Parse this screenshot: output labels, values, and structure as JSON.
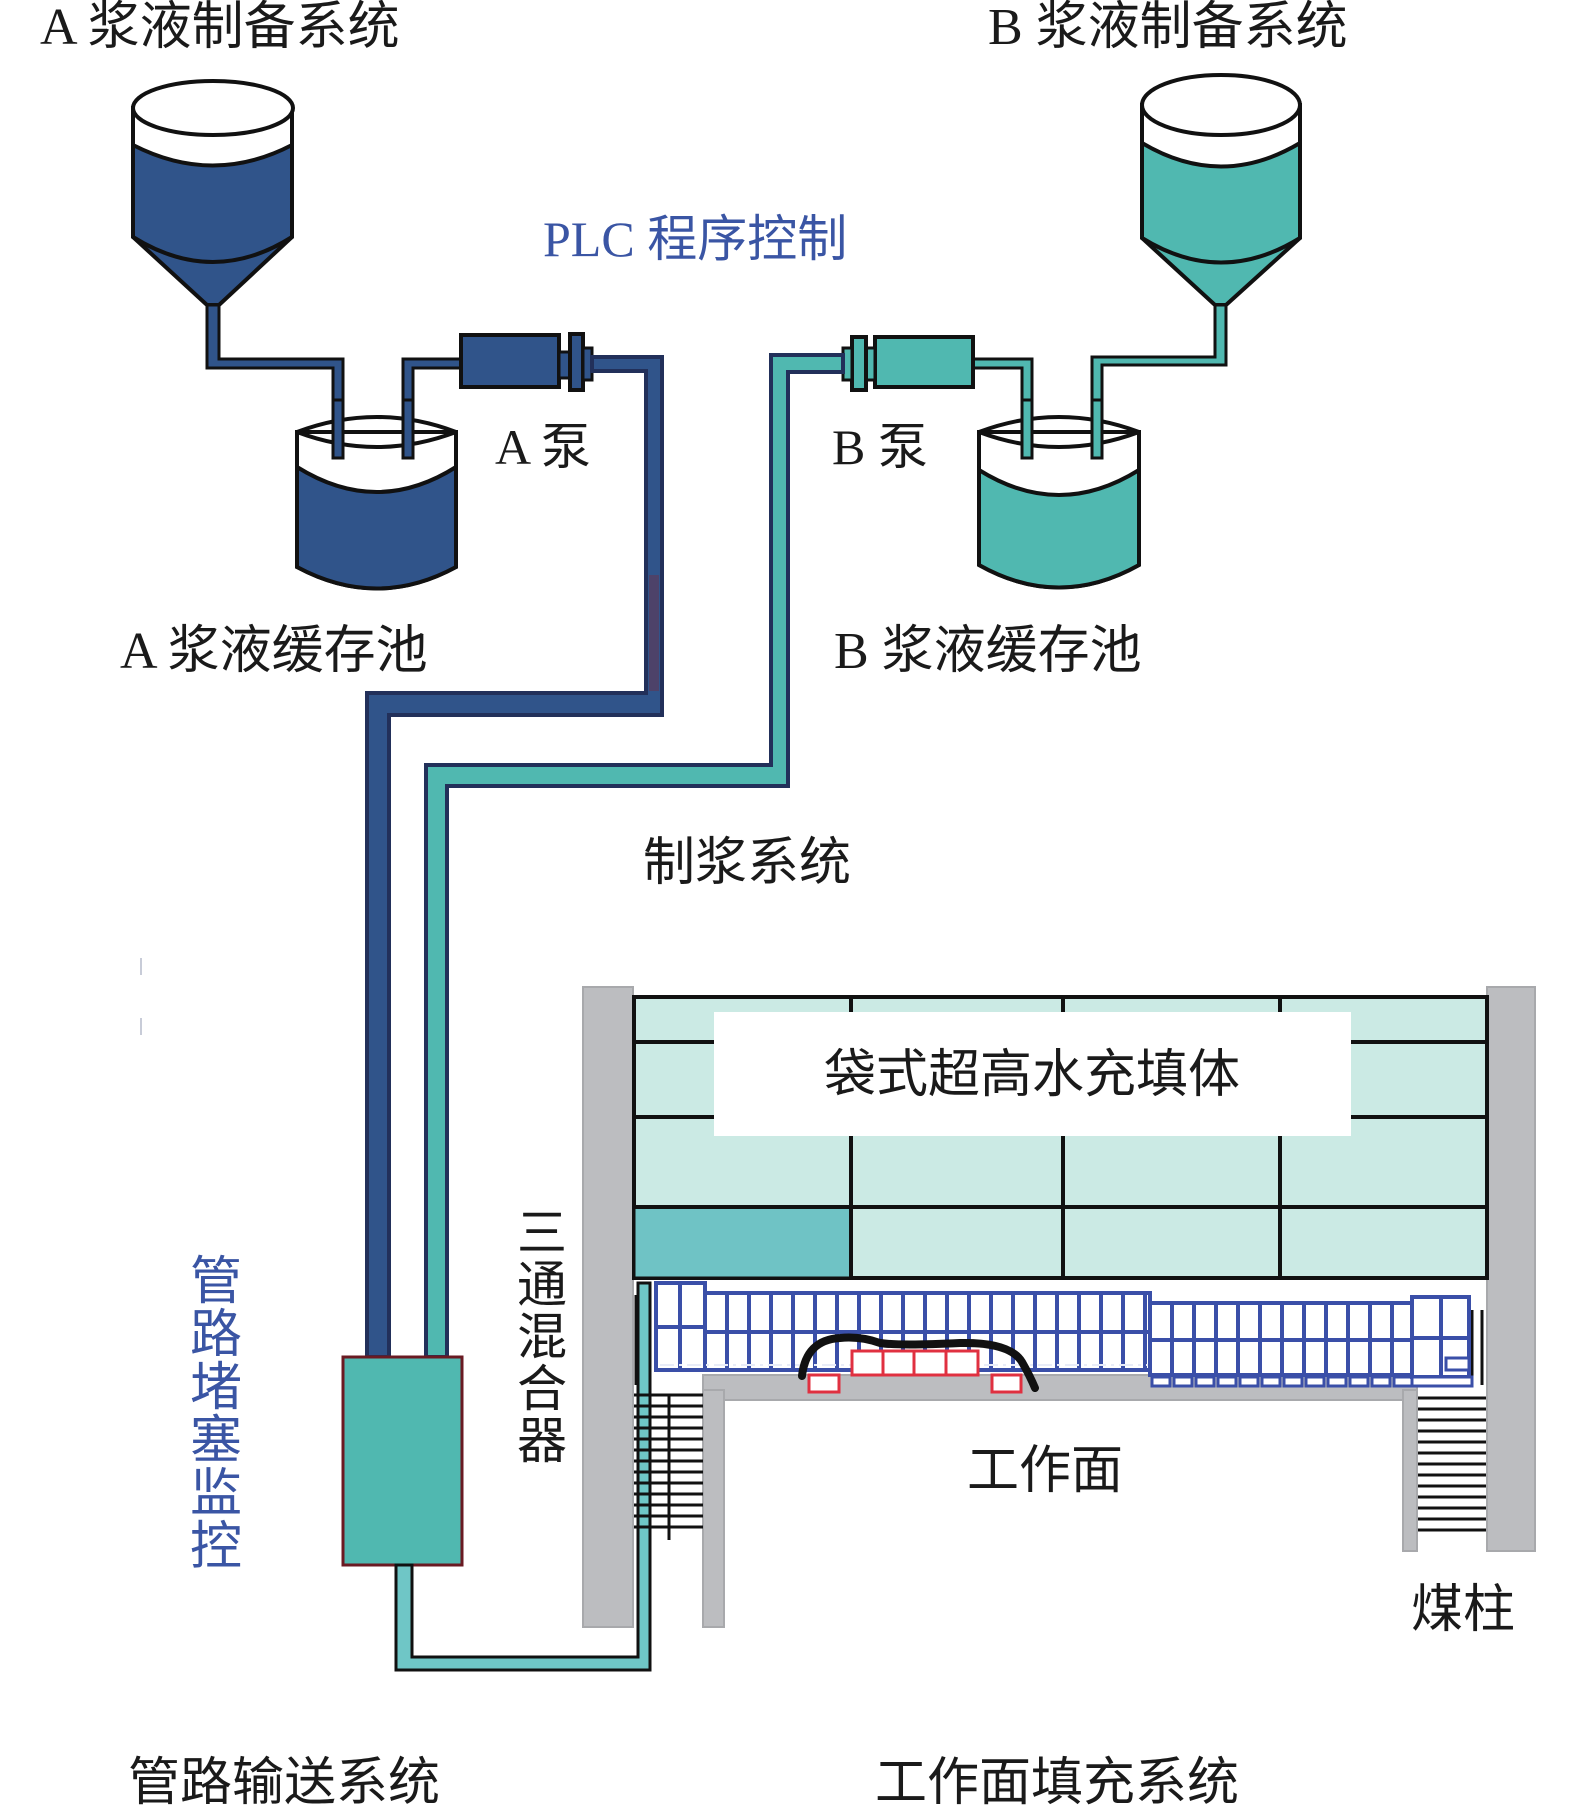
{
  "diagram": {
    "title": "Bagged ultra-high-water filling system schematic",
    "labels": {
      "a_prep_system": "A 浆液制备系统",
      "b_prep_system": "B 浆液制备系统",
      "plc_control": "PLC 程序控制",
      "a_pump": "A 泵",
      "b_pump": "B 泵",
      "a_buffer_tank": "A 浆液缓存池",
      "b_buffer_tank": "B 浆液缓存池",
      "slurry_system": "制浆系统",
      "filling_body": "袋式超高水充填体",
      "three_way_mixer": [
        "三",
        "通",
        "混",
        "合",
        "器"
      ],
      "pipe_blockage_monitor": [
        "管",
        "路",
        "堵",
        "塞",
        "监",
        "控"
      ],
      "working_face": "工作面",
      "coal_pillar": "煤柱",
      "pipeline_transport_system": "管路输送系统",
      "face_filling_system": "工作面填充系统"
    },
    "colors": {
      "slurry_a": "#30548a",
      "slurry_b": "#50b8b0",
      "pipe_border": "#22305a",
      "fill_body_light": "#cbeae4",
      "fill_body_dark": "#6fc3c5",
      "pillar_gray": "#bcbdc0",
      "support_blue": "#3a4fa8",
      "support_red": "#e03040",
      "label_blue": "#3a55a4"
    }
  }
}
